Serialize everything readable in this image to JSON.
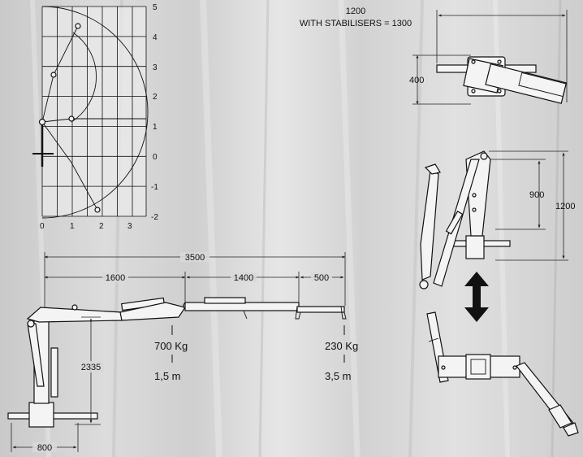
{
  "reach_chart": {
    "y_ticks": [
      "5",
      "4",
      "3",
      "2",
      "1",
      "0",
      "-1",
      "-2"
    ],
    "x_ticks": [
      "0",
      "1",
      "2",
      "3"
    ]
  },
  "top_view": {
    "width_label": "1200",
    "stabilisers_label": "WITH STABILISERS = 1300",
    "depth_label": "400"
  },
  "side_view": {
    "total_length": "3500",
    "segment_1": "1600",
    "segment_2": "1400",
    "segment_3": "500",
    "height_label": "2335",
    "base_width": "800"
  },
  "loads": [
    {
      "weight": "700 Kg",
      "distance": "1,5 m"
    },
    {
      "weight": "230 Kg",
      "distance": "3,5 m"
    }
  ],
  "folded_view": {
    "inner_height": "900",
    "outer_height": "1200"
  }
}
